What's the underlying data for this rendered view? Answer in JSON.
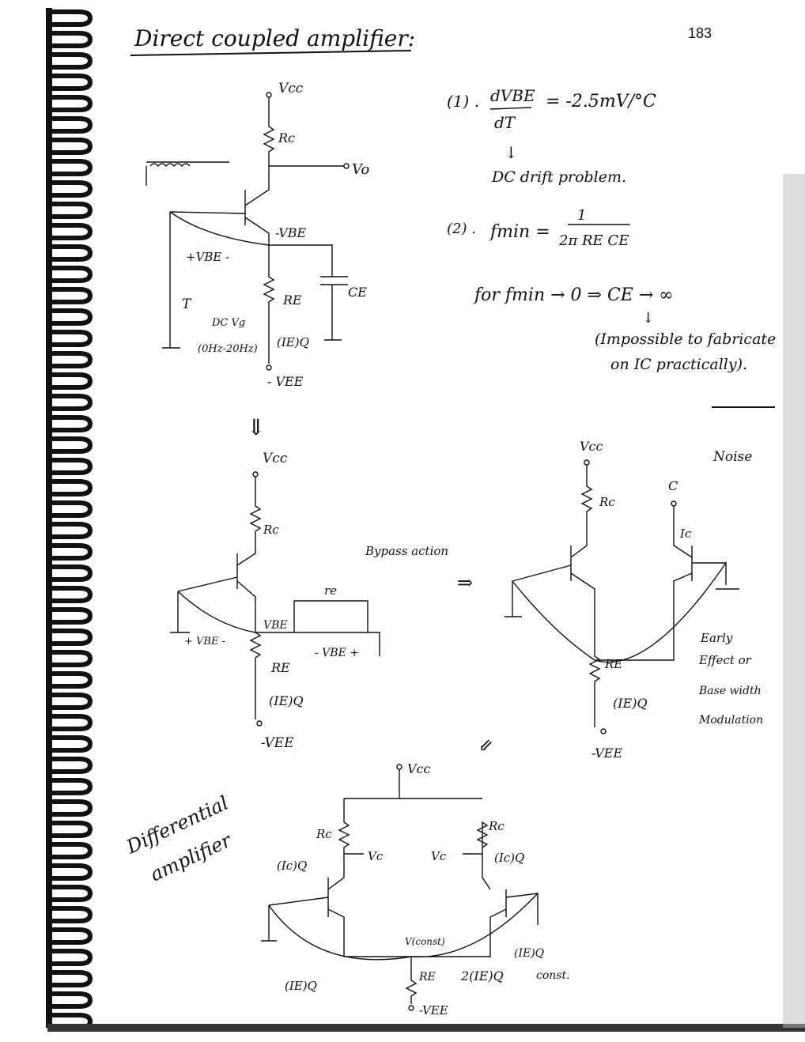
{
  "page_number": "183",
  "title": "Direct coupled amplifier:",
  "notes": {
    "eq1_label": "(1) .",
    "eq1_num": "dVBE",
    "eq1_den": "dT",
    "eq1_rhs": "= -2.5mV/°C",
    "eq1_result": "DC drift problem.",
    "eq2_label": "(2) .",
    "eq2_lhs": "fmin =",
    "eq2_num": "1",
    "eq2_den": "2π RE CE",
    "eq3": "for fmin → 0  ⇒ CE → ∞",
    "eq3_result_1": "(Impossible to fabricate",
    "eq3_result_2": "on IC practically)."
  },
  "circuit1": {
    "vcc": "Vcc",
    "rc": "Rc",
    "vo": "Vo",
    "vbe": "-VBE",
    "vbe_diode": "+VBE -",
    "t": "T",
    "dc": "DC Vg",
    "freq": "(0Hz-20Hz)",
    "re": "RE",
    "ie": "(IE)Q",
    "ce": "CE",
    "vee": "- VEE"
  },
  "circuit2": {
    "vcc": "Vcc",
    "rc": "Rc",
    "bypass": "Bypass action",
    "re_small": "re",
    "vbe": "VBE",
    "vbe_diode": "+ VBE -",
    "vbe_right": "- VBE +",
    "re": "RE",
    "ie": "(IE)Q",
    "vee": "-VEE"
  },
  "circuit3": {
    "vcc": "Vcc",
    "rc": "Rc",
    "c": "C",
    "noise": "Noise",
    "ic": "Ic",
    "re": "RE",
    "ie": "(IE)Q",
    "vee": "-VEE",
    "early_1": "Early",
    "early_2": "Effect or",
    "early_3": "Base width",
    "early_4": "Modulation"
  },
  "circuit4": {
    "label_1": "Differential",
    "label_2": "amplifier",
    "vcc": "Vcc",
    "rc_left": "Rc",
    "rc_right": "Rc",
    "vc_left": "Vc",
    "vc_right": "Vc",
    "ic_left": "(Ic)Q",
    "ic_right": "(Ic)Q",
    "v_const": "V(const)",
    "ie_right": "(IE)Q",
    "const": "const.",
    "re": "RE",
    "two_ie": "2(IE)Q",
    "ie_left": "(IE)Q",
    "vee": "-VEE"
  },
  "arrows": {
    "down": "⇓",
    "right": "⇒",
    "diag": "⇙"
  }
}
